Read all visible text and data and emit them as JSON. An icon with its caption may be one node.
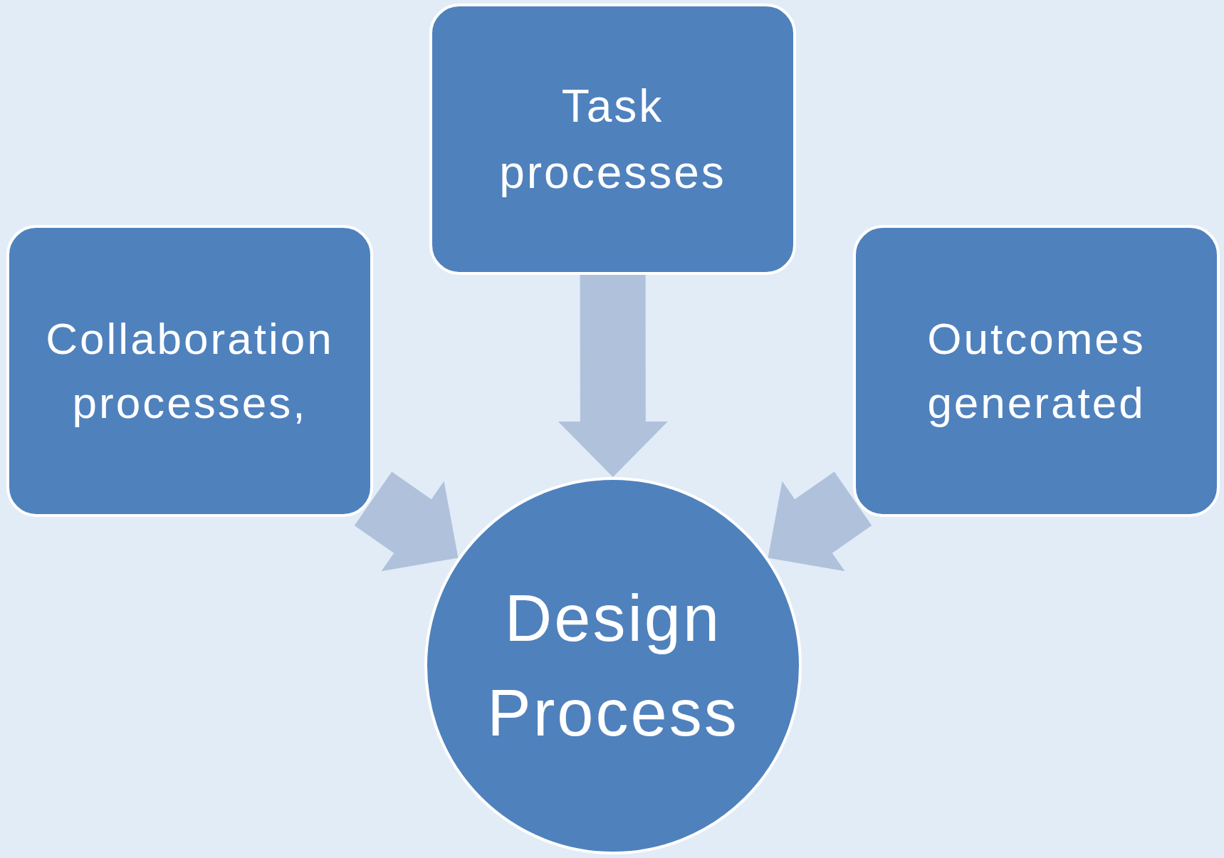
{
  "diagram": {
    "nodes": [
      {
        "text": [
          "Task processes"
        ]
      },
      {
        "text": [
          "Collaboration processes,"
        ]
      },
      {
        "text": [
          "Outcomes generated"
        ]
      },
      {
        "text": [
          "Design Process"
        ]
      }
    ],
    "edges": [
      {
        "from": 0,
        "to": 3,
        "arrow": "to"
      },
      {
        "from": 1,
        "to": 3,
        "arrow": "to"
      },
      {
        "from": 2,
        "to": 3,
        "arrow": "to"
      }
    ]
  }
}
